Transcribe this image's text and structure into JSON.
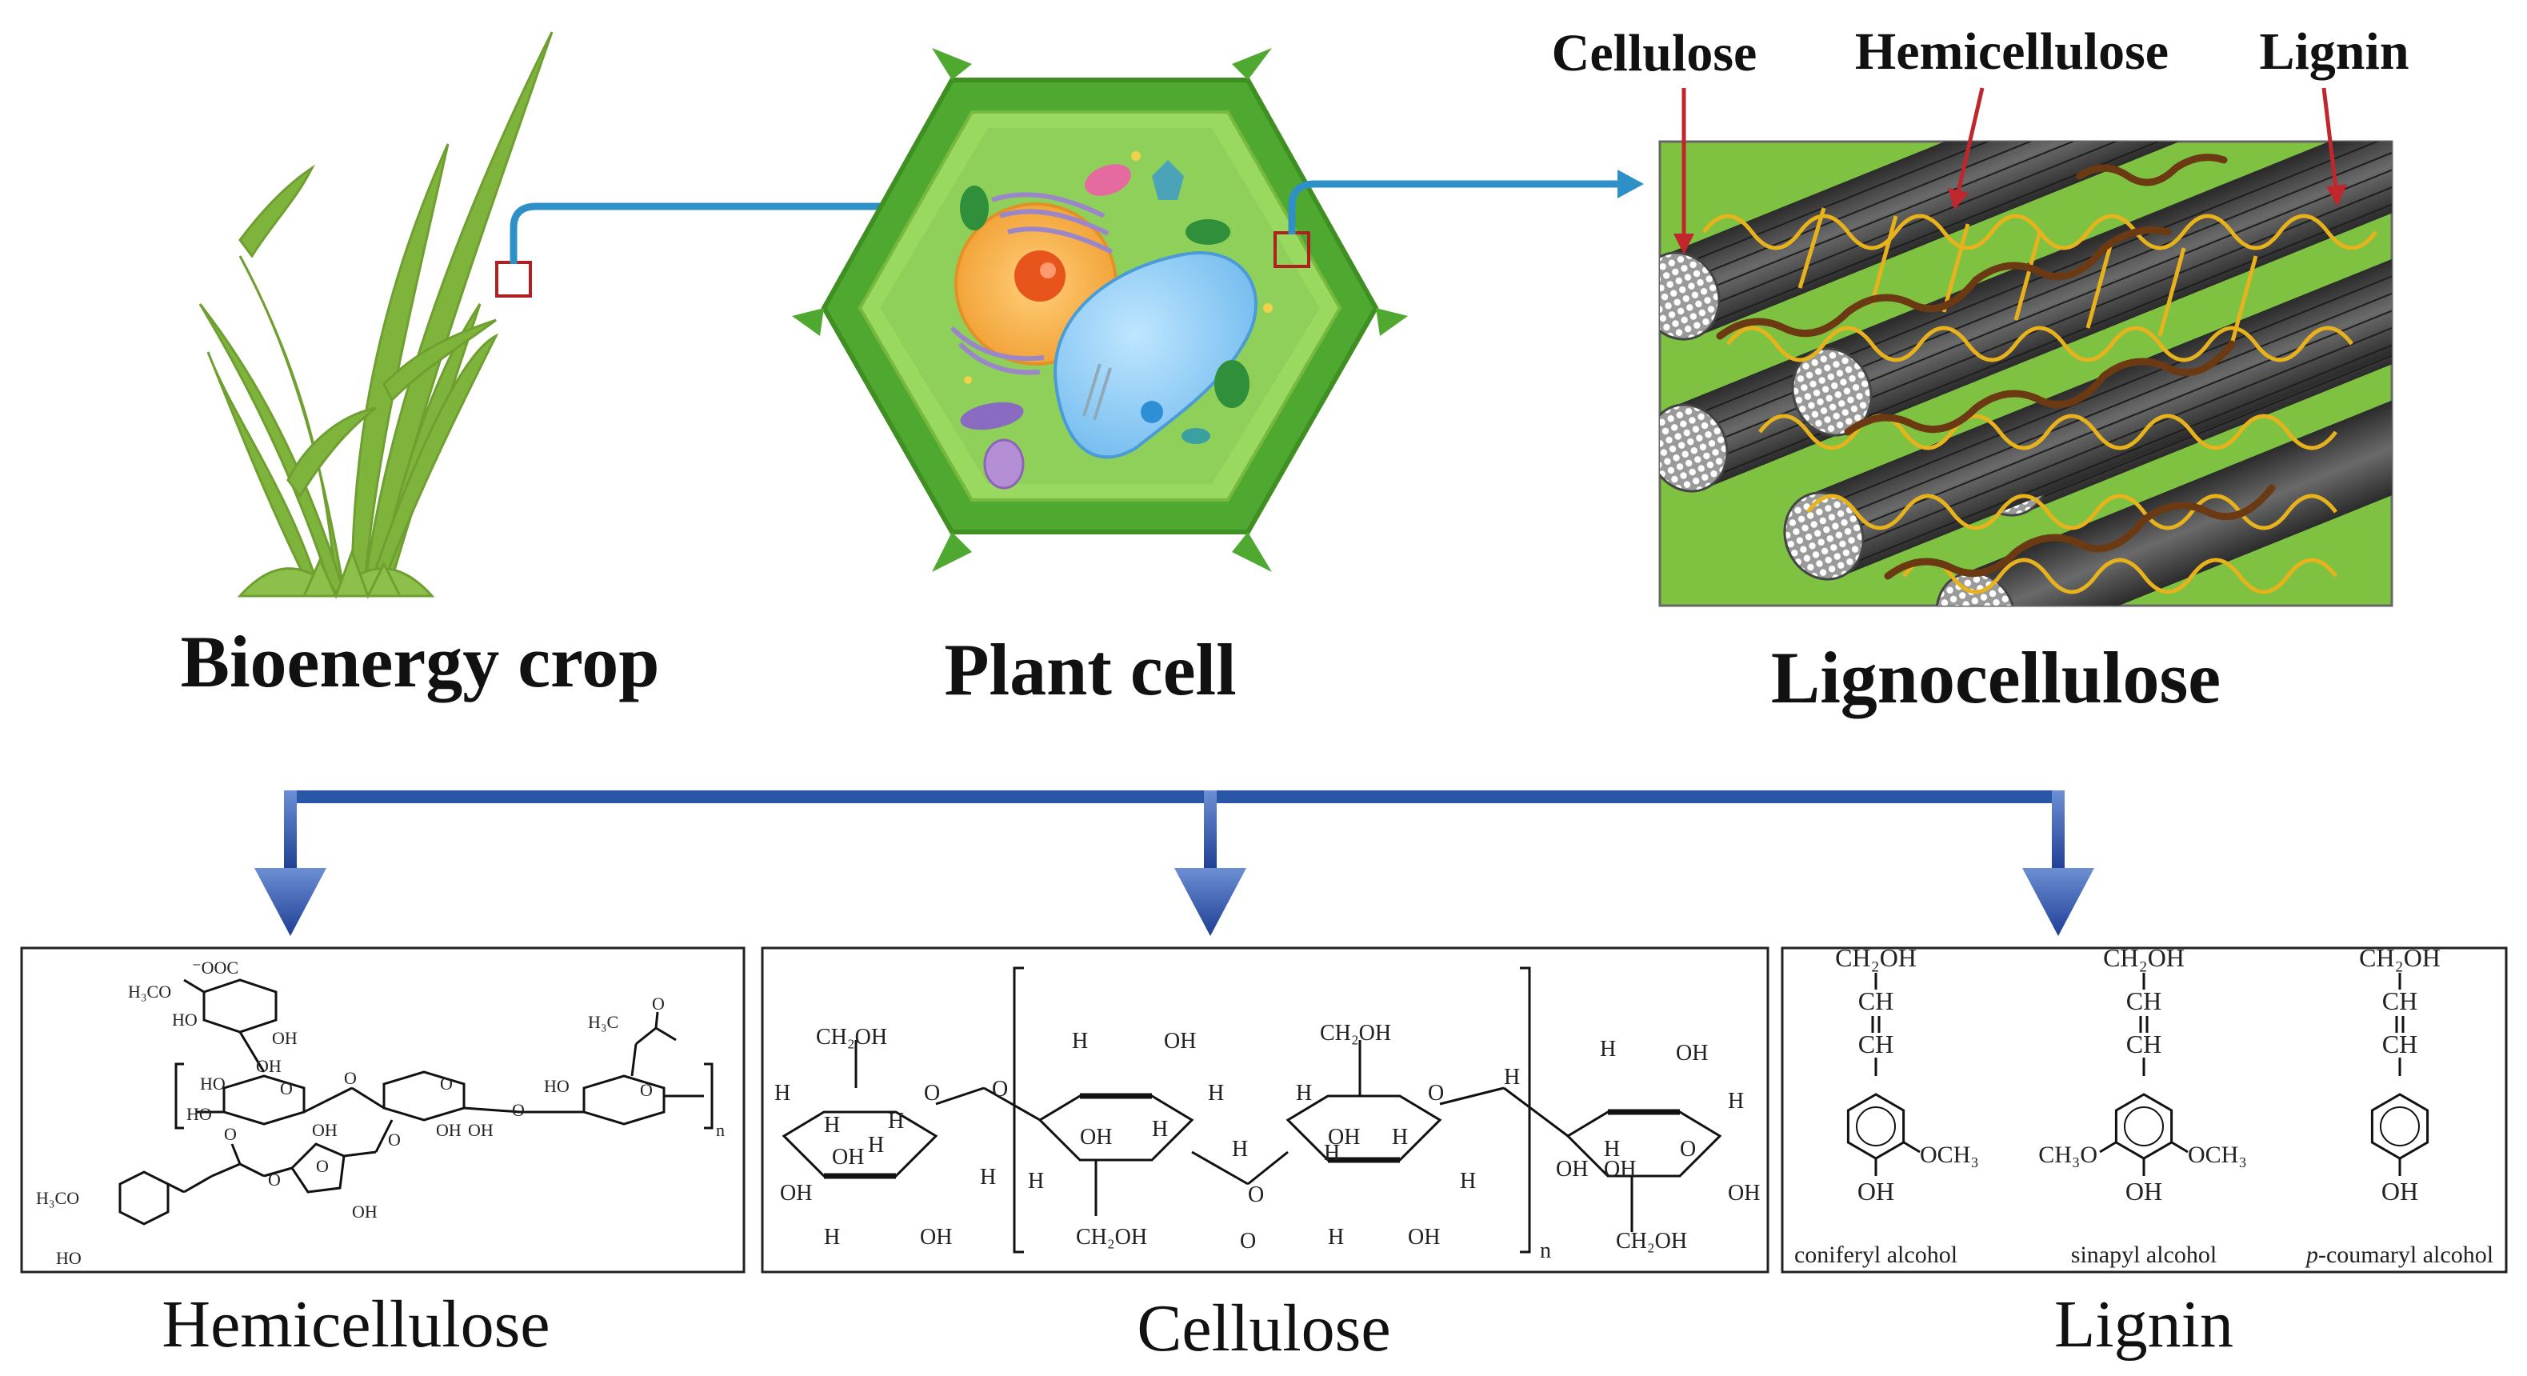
{
  "top": {
    "plant_label": "Bioenergy crop",
    "cell_label": "Plant cell",
    "ligno_label": "Lignocellulose",
    "callouts": [
      "Cellulose",
      "Hemicellulose",
      "Lignin"
    ]
  },
  "bottom": {
    "hemi_caption": "Hemicellulose",
    "cell_caption": "Cellulose",
    "lignin_caption": "Lignin"
  },
  "hemi_struct": {
    "labels": [
      "⁻OOC",
      "H₃CO",
      "HO",
      "OH",
      "OH",
      "HO",
      "O",
      "O",
      "O",
      "O",
      "HO",
      "OH",
      "O",
      "H₃C",
      "O",
      "HO",
      "O",
      "O",
      "OH",
      "OH",
      "OH",
      "H₃CO",
      "HO",
      "O",
      "O",
      "n"
    ]
  },
  "cell_struct": {
    "labels": [
      "CH₂OH",
      "H",
      "O",
      "H",
      "H",
      "OH",
      "H",
      "H",
      "OH",
      "OH",
      "H",
      "O",
      "H",
      "OH",
      "OH",
      "H",
      "H",
      "H",
      "O",
      "H",
      "CH₂OH",
      "O",
      "CH₂OH",
      "H",
      "O",
      "H",
      "OH",
      "H",
      "H",
      "OH",
      "H",
      "H",
      "OH",
      "H",
      "OH",
      "H",
      "O",
      "H",
      "OH",
      "OH",
      "CH₂OH",
      "n"
    ]
  },
  "lignin_struct": {
    "monomers": [
      {
        "chain": [
          "CH₂OH",
          "CH",
          "CH"
        ],
        "left": "",
        "right": "OCH₃",
        "bottom": "OH",
        "name": "coniferyl alcohol",
        "prefix": ""
      },
      {
        "chain": [
          "CH₂OH",
          "CH",
          "CH"
        ],
        "left": "CH₃O",
        "right": "OCH₃",
        "bottom": "OH",
        "name": "sinapyl alcohol",
        "prefix": ""
      },
      {
        "chain": [
          "CH₂OH",
          "CH",
          "CH"
        ],
        "left": "",
        "right": "",
        "bottom": "OH",
        "name": "-coumaryl alcohol",
        "prefix": "p"
      }
    ]
  },
  "colors": {
    "plant": "#7fb43c",
    "cell_wall": "#4fa82f",
    "cell_inner": "#8fd05a",
    "ligno_bg": "#7fc242",
    "fiber": "#4a4a4a",
    "hemi_strand": "#e8b21c",
    "lignin_strand": "#6b3a12",
    "arrow_top": "#2f8fc7",
    "arrow_bottom": "#2a56a8",
    "callout_arrow": "#c0272d"
  },
  "icons": [
    "grass-plant-icon",
    "plant-cell-icon",
    "lignocellulose-fiber-icon"
  ]
}
